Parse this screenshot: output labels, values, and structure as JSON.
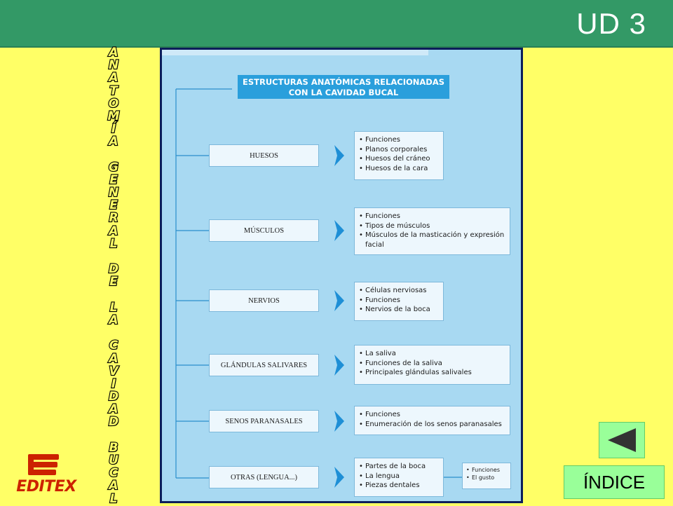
{
  "header": {
    "unit_label": "UD 3"
  },
  "side_title": {
    "words": [
      "ANATOMÍA",
      "GENERAL",
      "DE",
      "LA",
      "CAVIDAD",
      "BUCAL"
    ]
  },
  "diagram": {
    "title_line1": "ESTRUCTURAS ANATÓMICAS RELACIONADAS",
    "title_line2": "CON LA CAVIDAD BUCAL",
    "categories": [
      {
        "label": "HUESOS",
        "items": [
          "Funciones",
          "Planos corporales",
          "Huesos del cráneo",
          "Huesos de la cara"
        ]
      },
      {
        "label": "MÚSCULOS",
        "items": [
          "Funciones",
          "Tipos de músculos",
          "Músculos de la masticación y expresión facial"
        ]
      },
      {
        "label": "NERVIOS",
        "items": [
          "Células nerviosas",
          "Funciones",
          "Nervios de la boca"
        ]
      },
      {
        "label": "GLÁNDULAS SALIVARES",
        "items": [
          "La saliva",
          "Funciones de la saliva",
          "Principales glándulas salivales"
        ]
      },
      {
        "label": "SENOS PARANASALES",
        "items": [
          "Funciones",
          "Enumeración de los senos paranasales"
        ]
      },
      {
        "label": "OTRAS (LENGUA...)",
        "items": [
          "Partes de la boca",
          "La lengua",
          "Piezas dentales"
        ]
      }
    ],
    "sub_detail": {
      "items": [
        "Funciones",
        "El gusto"
      ]
    }
  },
  "logo": {
    "text": "EDITEX"
  },
  "navigation": {
    "index_label": "ÍNDICE"
  },
  "colors": {
    "header_green": "#339966",
    "background_yellow": "#ffff66",
    "panel_blue": "#a8d9f2",
    "title_blue": "#2a9fdc",
    "button_green": "#99ff99",
    "logo_red": "#cc2200"
  }
}
